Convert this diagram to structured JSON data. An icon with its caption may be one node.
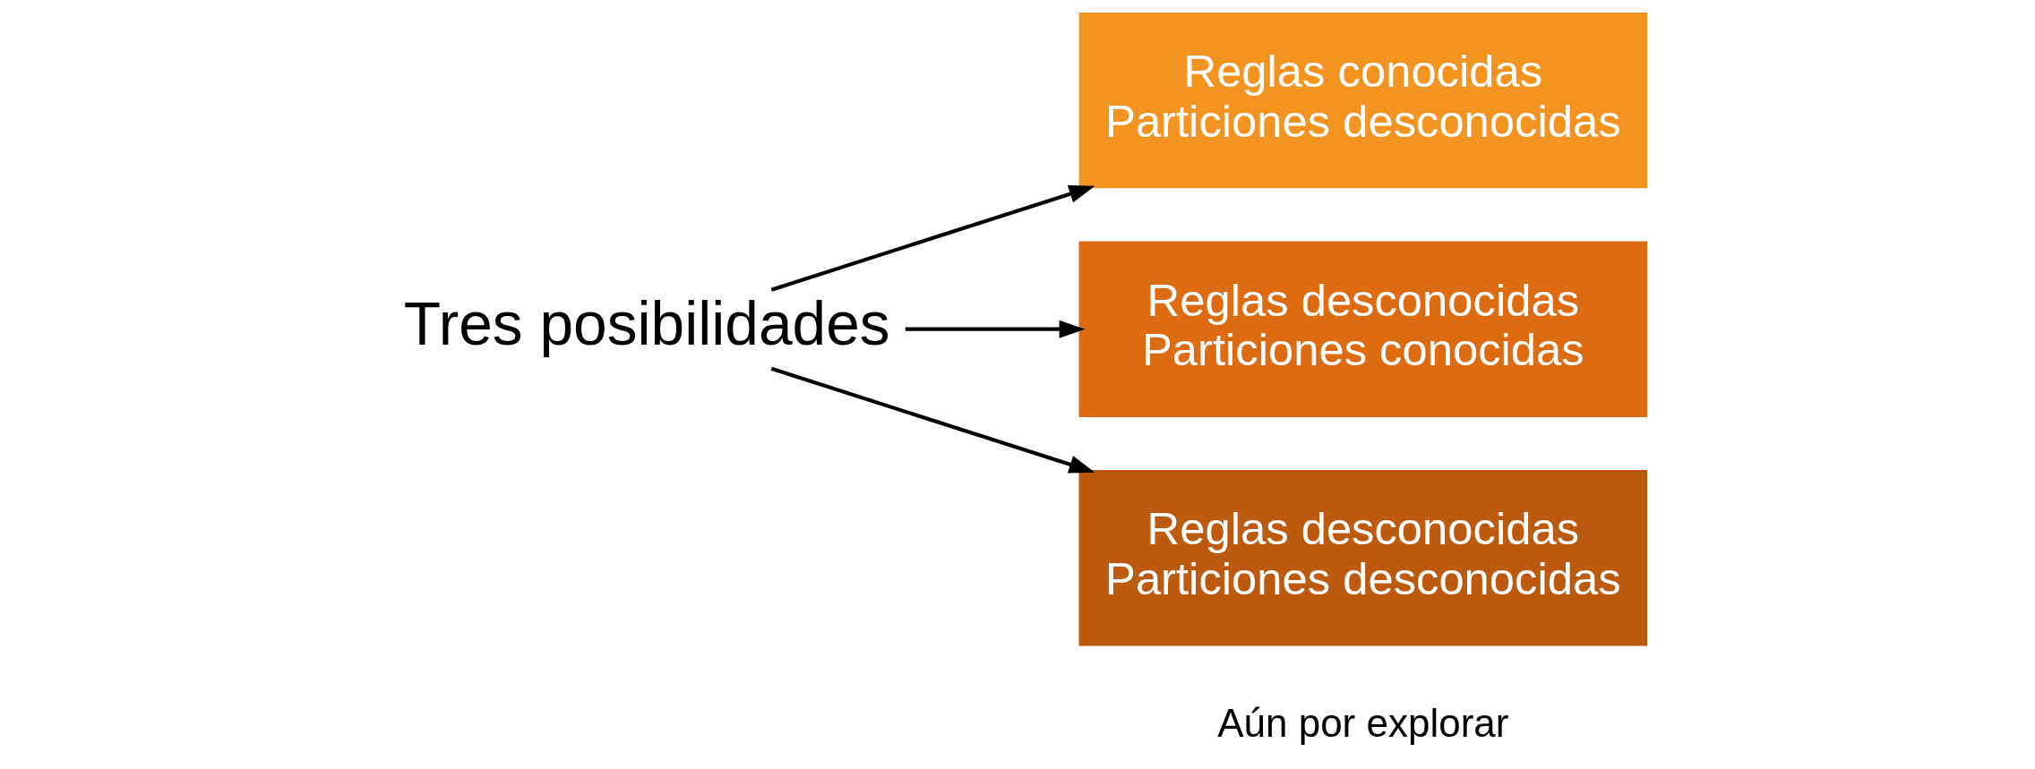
{
  "diagram": {
    "nodes": [
      {
        "text": [
          "Tres posibilidades"
        ]
      },
      {
        "text": [
          "Reglas conocidas Particiones desconocidas"
        ]
      },
      {
        "text": [
          "Reglas desconocidas Particiones conocidas"
        ]
      },
      {
        "text": [
          "Reglas desconocidas Particiones desconocidas"
        ],
        "beside": [
          "Aún por explorar"
        ]
      }
    ],
    "edges": [
      {
        "from": 0,
        "to": 1,
        "arrow": "to"
      },
      {
        "from": 0,
        "to": 2,
        "arrow": "to"
      },
      {
        "from": 0,
        "to": 3,
        "arrow": "to"
      }
    ]
  }
}
